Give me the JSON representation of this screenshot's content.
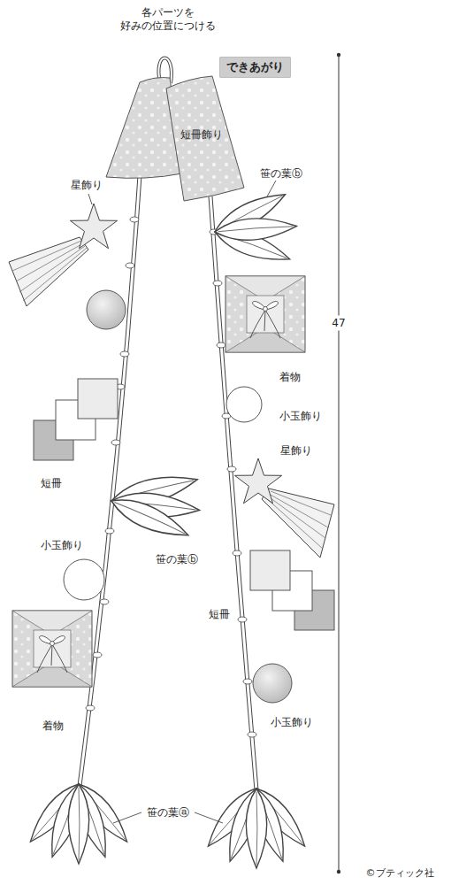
{
  "diagram": {
    "nodes": [
      {
        "text": [
          "できあがり"
        ]
      }
    ],
    "labels": [
      "各パーツを 好みの位置につける",
      "短冊飾り",
      "星飾り",
      "笹の葉ⓑ",
      "47",
      "着物",
      "小玉飾り",
      "星飾り",
      "短冊",
      "短冊",
      "笹の葉ⓑ",
      "小玉飾り",
      "小玉飾り",
      "着物",
      "笹の葉ⓐ",
      "©ブティック社"
    ]
  }
}
